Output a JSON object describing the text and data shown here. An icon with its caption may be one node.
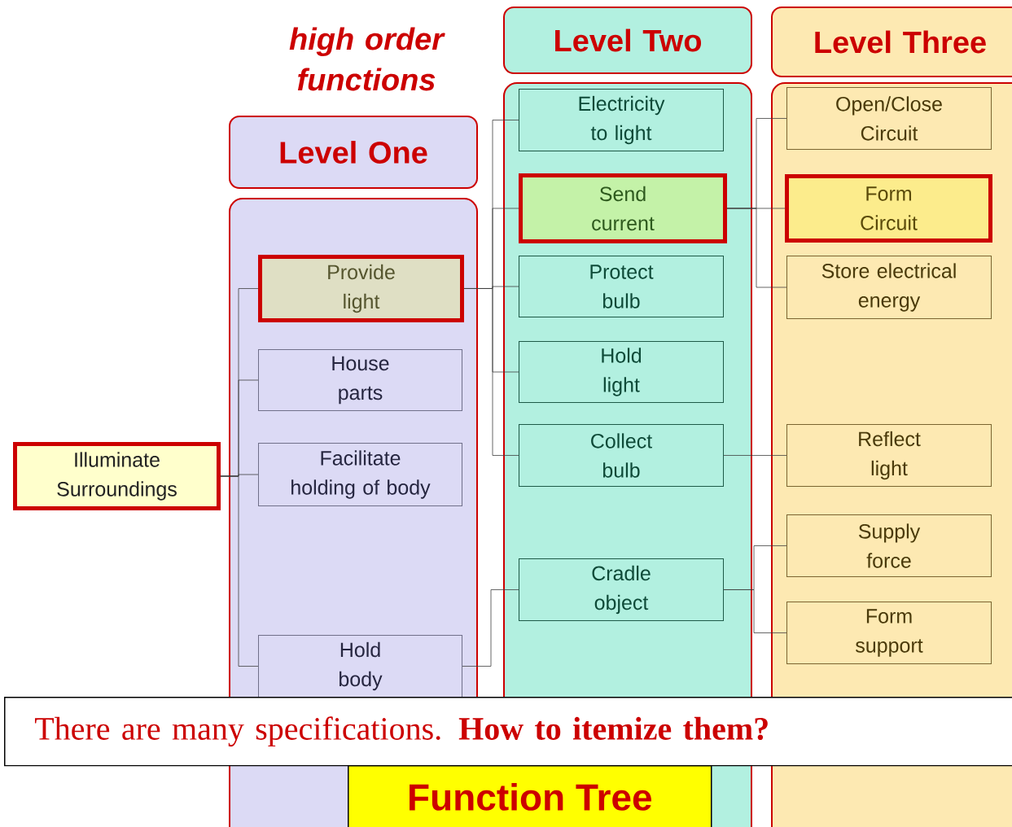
{
  "diagram": {
    "title": "Function Tree",
    "caption": "There are many specifications. **How to itemize them?**",
    "nodes": [
      {
        "text": [
          "Illuminate Surroundings"
        ]
      },
      {
        "text": [
          "Level One"
        ]
      },
      {
        "text": [],
        "shape": "box"
      },
      {
        "text": [
          "Provide light"
        ],
        "in": 2
      },
      {
        "text": [
          "House parts"
        ],
        "in": 2
      },
      {
        "text": [
          "Facilitate holding of body"
        ],
        "in": 2
      },
      {
        "text": [
          "Hold body"
        ],
        "in": 2
      },
      {
        "text": [
          "Level Two"
        ]
      },
      {
        "text": [],
        "shape": "box"
      },
      {
        "text": [
          "Electricity to light"
        ],
        "in": 8
      },
      {
        "text": [
          "Send current"
        ],
        "in": 8
      },
      {
        "text": [
          "Protect bulb"
        ],
        "in": 8
      },
      {
        "text": [
          "Hold light"
        ],
        "in": 8
      },
      {
        "text": [
          "Collect bulb"
        ],
        "in": 8
      },
      {
        "text": [
          "Cradle object"
        ],
        "in": 8
      },
      {
        "text": [
          "Level Three"
        ]
      },
      {
        "text": [],
        "shape": "box"
      },
      {
        "text": [
          "Open/Close Circuit"
        ],
        "in": 16
      },
      {
        "text": [
          "Form Circuit"
        ],
        "in": 16
      },
      {
        "text": [
          "Store electrical energy"
        ],
        "in": 16
      },
      {
        "text": [
          "Reflect light"
        ],
        "in": 16
      },
      {
        "text": [
          "Supply force"
        ],
        "in": 16
      },
      {
        "text": [
          "Form support"
        ],
        "in": 16
      }
    ],
    "edges": [
      {
        "from": 0,
        "to": 3,
        "arrow": "none"
      },
      {
        "from": 0,
        "to": 4,
        "arrow": "none"
      },
      {
        "from": 0,
        "to": 5,
        "arrow": "none"
      },
      {
        "from": 0,
        "to": 6,
        "arrow": "none"
      },
      {
        "from": 3,
        "to": 9,
        "arrow": "none"
      },
      {
        "from": 3,
        "to": 10,
        "arrow": "none"
      },
      {
        "from": 3,
        "to": 11,
        "arrow": "none"
      },
      {
        "from": 3,
        "to": 12,
        "arrow": "none"
      },
      {
        "from": 3,
        "to": 13,
        "arrow": "none"
      },
      {
        "from": 6,
        "to": 14,
        "arrow": "none"
      },
      {
        "from": 10,
        "to": 17,
        "arrow": "none"
      },
      {
        "from": 10,
        "to": 18,
        "arrow": "none"
      },
      {
        "from": 10,
        "to": 19,
        "arrow": "none"
      },
      {
        "from": 13,
        "to": 20,
        "arrow": "none"
      },
      {
        "from": 14,
        "to": 21,
        "arrow": "none"
      },
      {
        "from": 14,
        "to": 22,
        "arrow": "none"
      }
    ],
    "labels": [
      "high order functions"
    ]
  }
}
